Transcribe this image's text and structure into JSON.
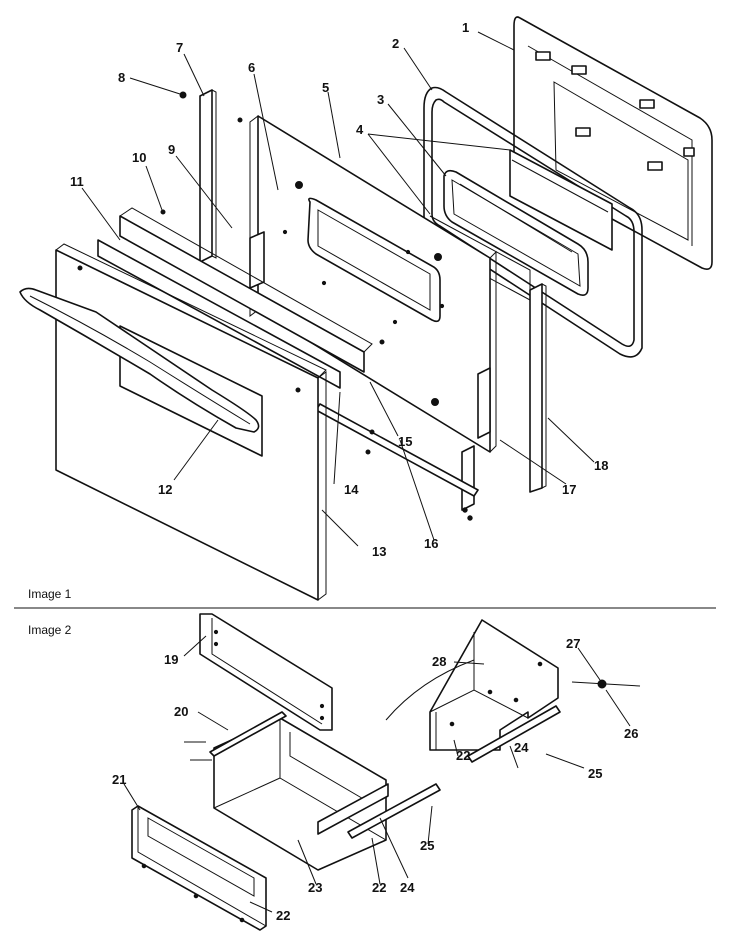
{
  "sections": [
    {
      "label": "Image 1"
    },
    {
      "label": "Image 2"
    }
  ],
  "callouts": {
    "c1": "1",
    "c2": "2",
    "c3": "3",
    "c4": "4",
    "c5": "5",
    "c6": "6",
    "c7": "7",
    "c8": "8",
    "c9": "9",
    "c10": "10",
    "c11": "11",
    "c12": "12",
    "c13": "13",
    "c14": "14",
    "c15": "15",
    "c16": "16",
    "c17": "17",
    "c18": "18",
    "c19": "19",
    "c20": "20",
    "c21": "21",
    "c22a": "22",
    "c22b": "22",
    "c22c": "22",
    "c23": "23",
    "c24a": "24",
    "c24b": "24",
    "c25a": "25",
    "c25b": "25",
    "c26": "26",
    "c27": "27",
    "c28": "28"
  }
}
